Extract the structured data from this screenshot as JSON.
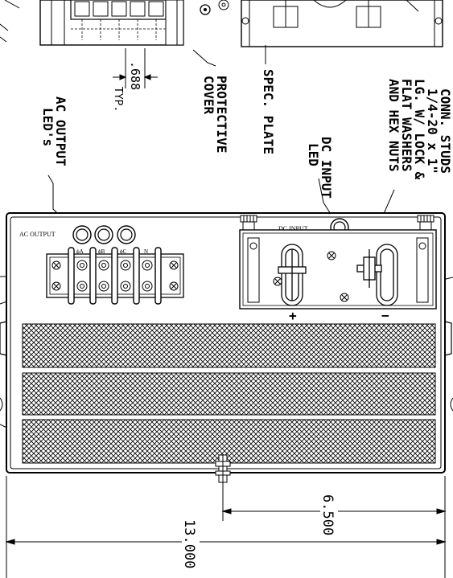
{
  "callouts": {
    "ac_output_leds": [
      "AC OUTPUT",
      "LED's"
    ],
    "dc_input_led": [
      "DC INPUT",
      "LED"
    ],
    "conn_studs": [
      "CONN. STUDS",
      "1/4-20 x 1\"",
      "LG. W/ LOCK &",
      "FLAT WASHERS",
      "AND HEX NUTS"
    ],
    "protective_cover": [
      "PROTECTIVE",
      "COVER"
    ],
    "spec_plate": "SPEC. PLATE"
  },
  "dimensions": {
    "terminal_pitch": ".688",
    "terminal_pitch_note": "TYP.",
    "inner_width": "6.500",
    "overall_width": "13.000"
  },
  "panel": {
    "ac_output_label": "AC OUTPUT",
    "dc_input_label": "DC INPUT",
    "polarity_plus": "+",
    "polarity_minus": "−",
    "phases": [
      "ϕA",
      "ϕB",
      "ϕC",
      "N"
    ]
  }
}
